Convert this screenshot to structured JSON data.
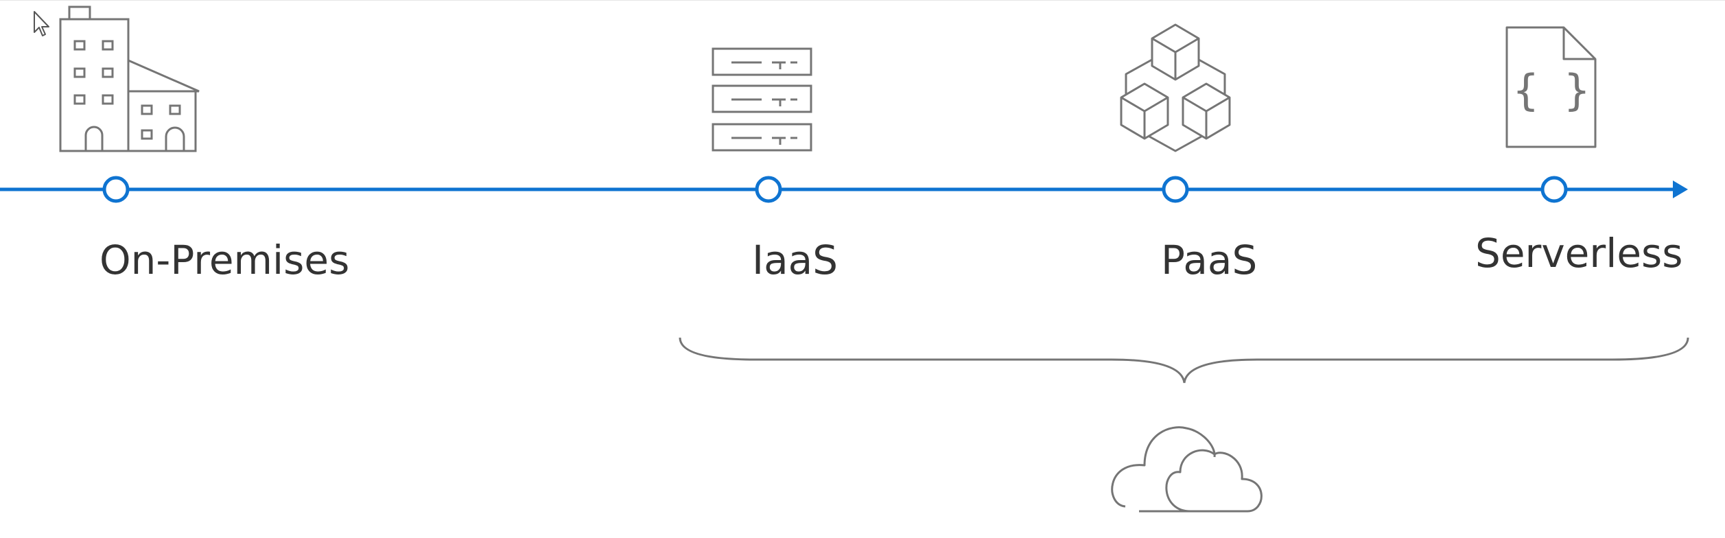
{
  "stages": [
    {
      "id": "on-premises",
      "label": "On-Premises",
      "icon": "office-building-icon"
    },
    {
      "id": "iaas",
      "label": "IaaS",
      "icon": "server-rack-icon"
    },
    {
      "id": "paas",
      "label": "PaaS",
      "icon": "cubes-cluster-icon"
    },
    {
      "id": "serverless",
      "label": "Serverless",
      "icon": "code-file-icon"
    }
  ],
  "cloud_group": {
    "icon": "cloud-icon",
    "covers": [
      "iaas",
      "paas",
      "serverless"
    ]
  },
  "serverless_file_glyph": "{ }",
  "colors": {
    "timeline": "#0f74d1",
    "icon_stroke": "#757575",
    "label_text": "#333333"
  },
  "cursor_icon": "mouse-pointer-icon"
}
